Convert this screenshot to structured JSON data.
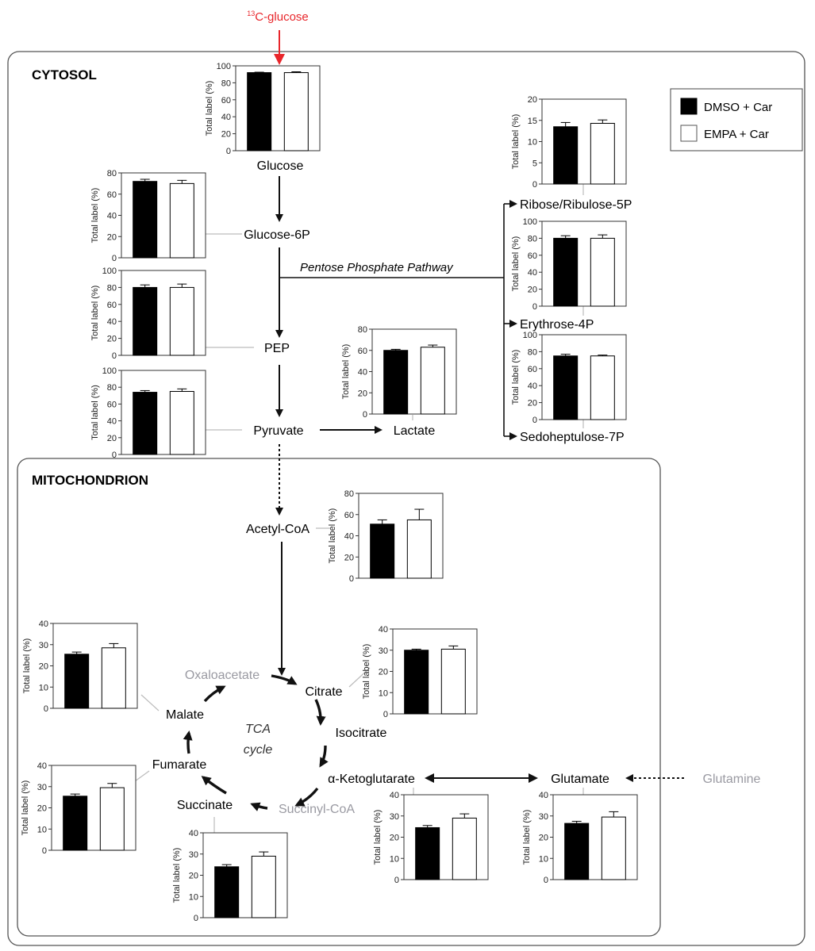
{
  "source": {
    "label_sup": "13",
    "label_main": "C-glucose"
  },
  "compartments": {
    "cytosol": "CYTOSOL",
    "mitochondrion": "MITOCHONDRION"
  },
  "legend": [
    {
      "label": "DMSO + Car",
      "fill": "#000000"
    },
    {
      "label": "EMPA + Car",
      "fill": "#ffffff"
    }
  ],
  "pathway_labels": {
    "ppp": "Pentose Phosphate Pathway",
    "tca_line1": "TCA",
    "tca_line2": "cycle"
  },
  "metabolites": {
    "glucose": "Glucose",
    "glucose6p": "Glucose-6P",
    "pep": "PEP",
    "pyruvate": "Pyruvate",
    "lactate": "Lactate",
    "ribose": "Ribose/Ribulose-5P",
    "erythrose": "Erythrose-4P",
    "sedoheptulose": "Sedoheptulose-7P",
    "acetylcoa": "Acetyl-CoA",
    "oxaloacetate": "Oxaloacetate",
    "citrate": "Citrate",
    "isocitrate": "Isocitrate",
    "akg": "α-Ketoglutarate",
    "succinylcoa": "Succinyl-CoA",
    "succinate": "Succinate",
    "fumarate": "Fumarate",
    "malate": "Malate",
    "glutamate": "Glutamate",
    "glutamine": "Glutamine"
  },
  "colors": {
    "source_arrow": "#e8262b",
    "grey_metabolite": "#9a9aa2",
    "connector": "#bcbcbc"
  },
  "chart_data": [
    {
      "id": "glucose",
      "type": "bar",
      "ylabel": "Total label (%)",
      "ylim": [
        0,
        100
      ],
      "yticks": [
        0,
        20,
        40,
        60,
        80,
        100
      ],
      "series": [
        {
          "name": "DMSO + Car",
          "value": 92,
          "error": 0.5
        },
        {
          "name": "EMPA + Car",
          "value": 92,
          "error": 1
        }
      ]
    },
    {
      "id": "glucose6p",
      "type": "bar",
      "ylabel": "Total label (%)",
      "ylim": [
        0,
        80
      ],
      "yticks": [
        0,
        20,
        40,
        60,
        80
      ],
      "series": [
        {
          "name": "DMSO + Car",
          "value": 72,
          "error": 2
        },
        {
          "name": "EMPA + Car",
          "value": 70,
          "error": 3
        }
      ]
    },
    {
      "id": "pep",
      "type": "bar",
      "ylabel": "Total label (%)",
      "ylim": [
        0,
        100
      ],
      "yticks": [
        0,
        20,
        40,
        60,
        80,
        100
      ],
      "series": [
        {
          "name": "DMSO + Car",
          "value": 80,
          "error": 3
        },
        {
          "name": "EMPA + Car",
          "value": 80,
          "error": 4
        }
      ]
    },
    {
      "id": "pyruvate",
      "type": "bar",
      "ylabel": "Total label (%)",
      "ylim": [
        0,
        100
      ],
      "yticks": [
        0,
        20,
        40,
        60,
        80,
        100
      ],
      "series": [
        {
          "name": "DMSO + Car",
          "value": 74,
          "error": 2
        },
        {
          "name": "EMPA + Car",
          "value": 75,
          "error": 3
        }
      ]
    },
    {
      "id": "lactate",
      "type": "bar",
      "ylabel": "Total label (%)",
      "ylim": [
        0,
        80
      ],
      "yticks": [
        0,
        20,
        40,
        60,
        80
      ],
      "series": [
        {
          "name": "DMSO + Car",
          "value": 60,
          "error": 1
        },
        {
          "name": "EMPA + Car",
          "value": 63,
          "error": 2
        }
      ]
    },
    {
      "id": "ribose",
      "type": "bar",
      "ylabel": "Total label (%)",
      "ylim": [
        0,
        20
      ],
      "yticks": [
        0,
        5,
        10,
        15,
        20
      ],
      "series": [
        {
          "name": "DMSO + Car",
          "value": 13.5,
          "error": 1
        },
        {
          "name": "EMPA + Car",
          "value": 14.3,
          "error": 0.8
        }
      ]
    },
    {
      "id": "erythrose",
      "type": "bar",
      "ylabel": "Total label (%)",
      "ylim": [
        0,
        100
      ],
      "yticks": [
        0,
        20,
        40,
        60,
        80,
        100
      ],
      "series": [
        {
          "name": "DMSO + Car",
          "value": 80,
          "error": 3
        },
        {
          "name": "EMPA + Car",
          "value": 80,
          "error": 4
        }
      ]
    },
    {
      "id": "sedoheptulose",
      "type": "bar",
      "ylabel": "Total label (%)",
      "ylim": [
        0,
        100
      ],
      "yticks": [
        0,
        20,
        40,
        60,
        80,
        100
      ],
      "series": [
        {
          "name": "DMSO + Car",
          "value": 75,
          "error": 2
        },
        {
          "name": "EMPA + Car",
          "value": 75,
          "error": 1
        }
      ]
    },
    {
      "id": "acetylcoa",
      "type": "bar",
      "ylabel": "Total label (%)",
      "ylim": [
        0,
        80
      ],
      "yticks": [
        0,
        20,
        40,
        60,
        80
      ],
      "series": [
        {
          "name": "DMSO + Car",
          "value": 51,
          "error": 4
        },
        {
          "name": "EMPA + Car",
          "value": 55,
          "error": 10
        }
      ]
    },
    {
      "id": "malate",
      "type": "bar",
      "ylabel": "Total label (%)",
      "ylim": [
        0,
        40
      ],
      "yticks": [
        0,
        10,
        20,
        30,
        40
      ],
      "series": [
        {
          "name": "DMSO + Car",
          "value": 25.5,
          "error": 1
        },
        {
          "name": "EMPA + Car",
          "value": 28.5,
          "error": 2
        }
      ]
    },
    {
      "id": "citrate",
      "type": "bar",
      "ylabel": "Total label (%)",
      "ylim": [
        0,
        40
      ],
      "yticks": [
        0,
        10,
        20,
        30,
        40
      ],
      "series": [
        {
          "name": "DMSO + Car",
          "value": 30,
          "error": 0.5
        },
        {
          "name": "EMPA + Car",
          "value": 30.5,
          "error": 1.5
        }
      ]
    },
    {
      "id": "fumarate",
      "type": "bar",
      "ylabel": "Total label (%)",
      "ylim": [
        0,
        40
      ],
      "yticks": [
        0,
        10,
        20,
        30,
        40
      ],
      "series": [
        {
          "name": "DMSO + Car",
          "value": 25.5,
          "error": 1
        },
        {
          "name": "EMPA + Car",
          "value": 29.5,
          "error": 2
        }
      ]
    },
    {
      "id": "akg",
      "type": "bar",
      "ylabel": "Total label (%)",
      "ylim": [
        0,
        40
      ],
      "yticks": [
        0,
        10,
        20,
        30,
        40
      ],
      "series": [
        {
          "name": "DMSO + Car",
          "value": 24.5,
          "error": 1
        },
        {
          "name": "EMPA + Car",
          "value": 29,
          "error": 2
        }
      ]
    },
    {
      "id": "glutamate",
      "type": "bar",
      "ylabel": "Total label (%)",
      "ylim": [
        0,
        40
      ],
      "yticks": [
        0,
        10,
        20,
        30,
        40
      ],
      "series": [
        {
          "name": "DMSO + Car",
          "value": 26.5,
          "error": 1
        },
        {
          "name": "EMPA + Car",
          "value": 29.5,
          "error": 2.5
        }
      ]
    },
    {
      "id": "succinate",
      "type": "bar",
      "ylabel": "Total label (%)",
      "ylim": [
        0,
        40
      ],
      "yticks": [
        0,
        10,
        20,
        30,
        40
      ],
      "series": [
        {
          "name": "DMSO + Car",
          "value": 24,
          "error": 1
        },
        {
          "name": "EMPA + Car",
          "value": 29,
          "error": 2
        }
      ]
    }
  ]
}
